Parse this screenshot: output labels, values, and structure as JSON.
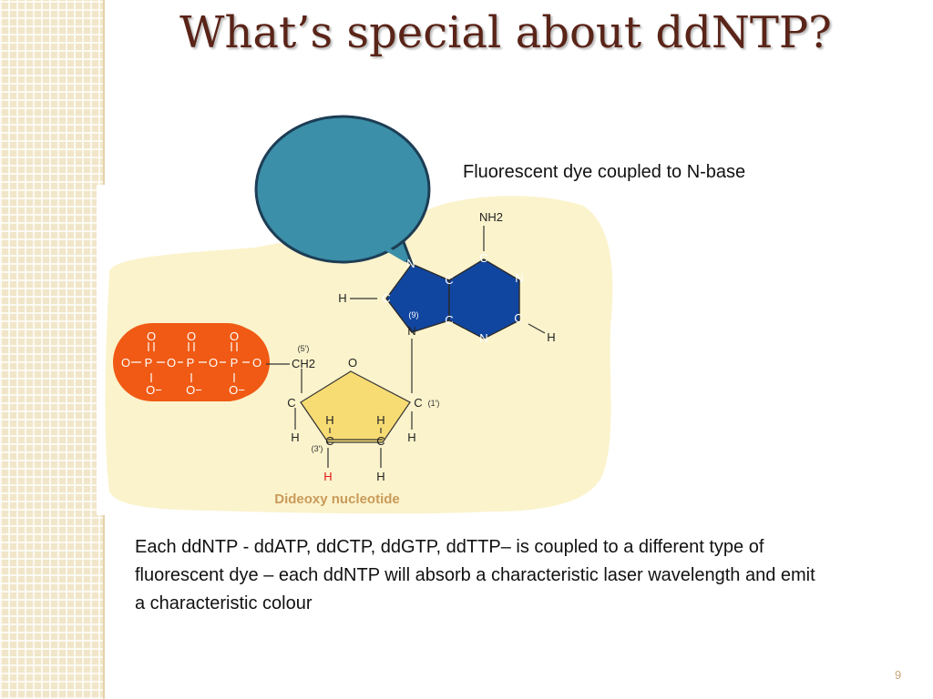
{
  "slide": {
    "title": "What’s special about ddNTP?",
    "callout": "Fluorescent dye coupled to N-base",
    "description": "Each ddNTP - ddATP, ddCTP, ddGTP, ddTTP– is coupled to a different type of fluorescent dye – each ddNTP will absorb a characteristic laser wavelength and emit a characteristic colour",
    "page_number": "9"
  },
  "molecule": {
    "caption": "Dideoxy nucleotide",
    "amino": "NH2",
    "n": "N",
    "c": "C",
    "h": "H",
    "o": "O",
    "p": "P",
    "o_minus": "O−",
    "ch2": "CH2",
    "label_9": "(9)",
    "label_5p": "(5′)",
    "label_1p": "(1′)",
    "label_3p": "(3′)"
  },
  "colors": {
    "title": "#5a2418",
    "dye_circle": "#3b8fa8",
    "base_ring": "#1146a0",
    "phosphate": "#f05a14",
    "sugar": "#f7dc74",
    "background_blob": "#fbf3cc",
    "highlight_h": "#e01818"
  }
}
